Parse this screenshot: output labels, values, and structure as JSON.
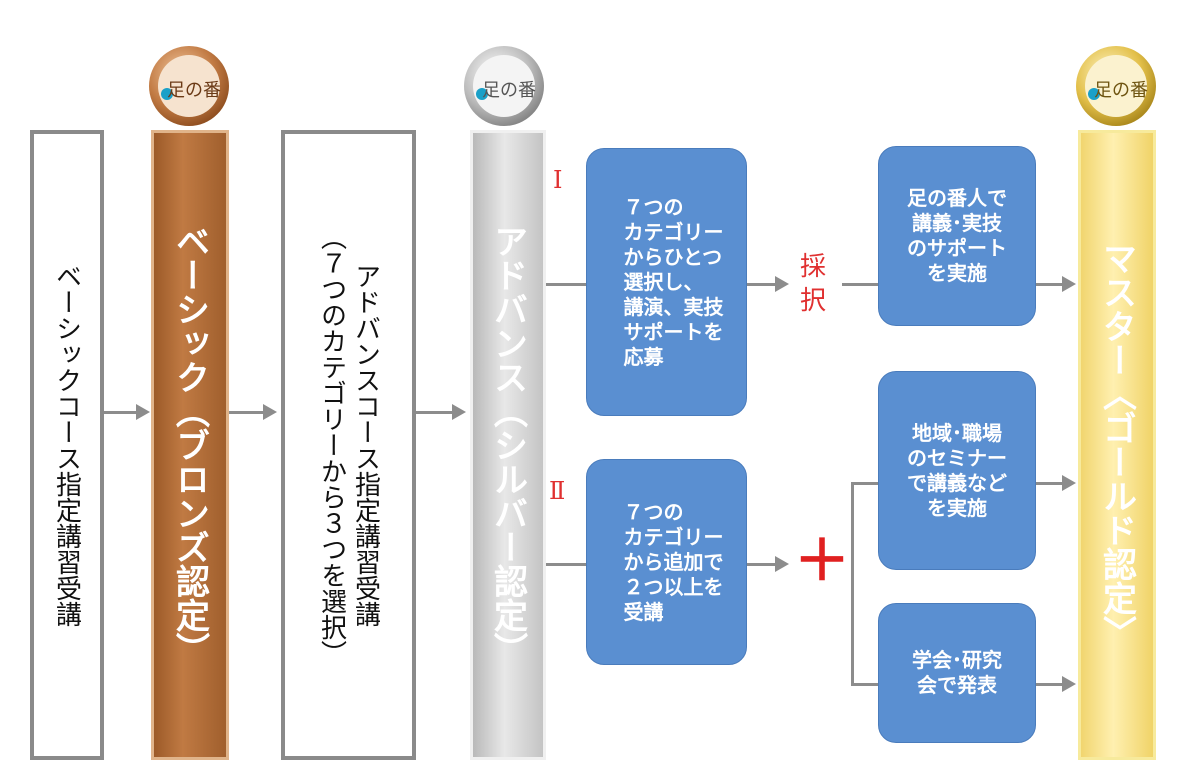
{
  "steps": {
    "basic_course": "ベーシックコース指定講習受講",
    "basic": "ベーシック（ブロンズ認定）",
    "advance_course_1": "アドバンスコース指定講習受講",
    "advance_course_2": "（７つのカテゴリーから３つを選択）",
    "advance": "アドバンス（シルバー認定）",
    "master": "マスター〈ゴールド認定〉"
  },
  "emblem_text": "足の番",
  "routes": {
    "route1_marker": "Ⅰ",
    "route2_marker": "Ⅱ",
    "route1_text": "７つの\nカテゴリー\nからひとつ\n選択し、\n講演、実技\nサポートを\n応募",
    "route2_text": "７つの\nカテゴリー\nから追加で\n２つ以上を\n受講",
    "adopted": "採択",
    "plus": "＋",
    "outcome1": "足の番人で\n講義･実技\nのサポート\nを実施",
    "outcome2": "地域･職場\nのセミナー\nで講義など\nを実施",
    "outcome3": "学会･研究\n会で発表"
  },
  "colors": {
    "bronze": "#b06a35",
    "silver": "#d0d0d0",
    "gold": "#f5dd80",
    "blue": "#5a8fd1",
    "accent_red": "#e03030",
    "arrow": "#8c8c8c"
  }
}
